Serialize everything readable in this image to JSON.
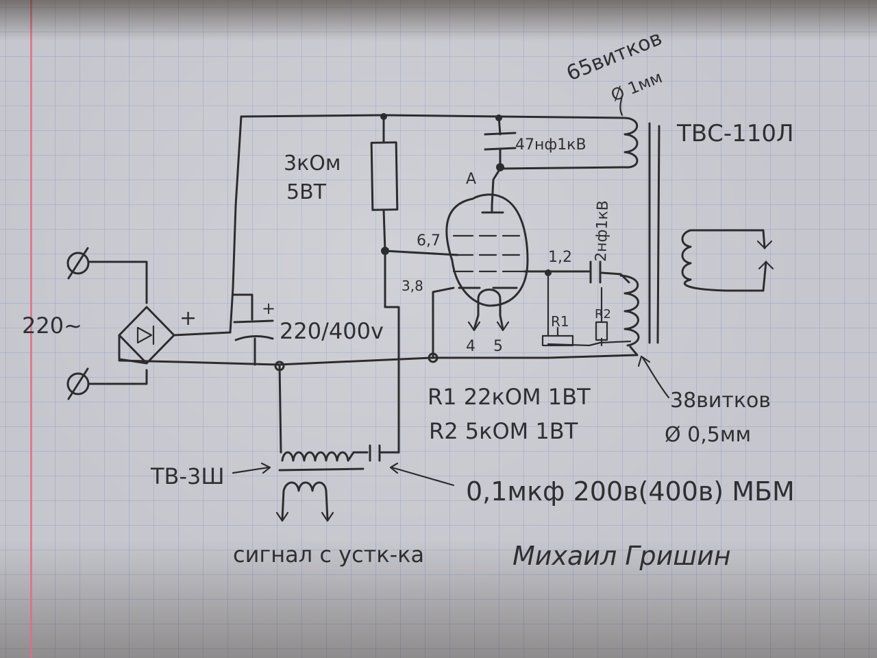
{
  "labels": {
    "primary_turns": "65витков",
    "primary_wire": "Ø 1мм",
    "transformer_main": "ТВС-110Л",
    "resistor_main": "3кОм",
    "resistor_power": "5ВТ",
    "anode_cap": "47нф1кВ",
    "anode_pin": "А",
    "grid_cap": "2нф1кВ",
    "screen_pins": "6,7",
    "cathode_pins": "3,8",
    "grid_pins": "1,2",
    "heater_pins_left": "4",
    "heater_pins_right": "5",
    "r1_label": "R1",
    "r2_label": "R2",
    "mains_voltage": "220~",
    "rectifier_plus": "+",
    "filter_cap_plus": "+",
    "filter_cap": "220/400v",
    "r1_spec": "R1 22кОМ 1ВТ",
    "r2_spec": "R2 5кОМ 1ВТ",
    "secondary_turns": "38витков",
    "secondary_wire": "Ø 0,5мм",
    "output_transformer": "ТВ-3Ш",
    "coupling_cap": "0,1мкф 200в(400в) МБМ",
    "signal_note": "сигнал с устк-ка",
    "author": "Михаил Гришин"
  },
  "colors": {
    "paper": "#c6c7ce",
    "grid": "#7f8cbe",
    "margin": "#e26e82",
    "ink": "#2c2c2e"
  }
}
